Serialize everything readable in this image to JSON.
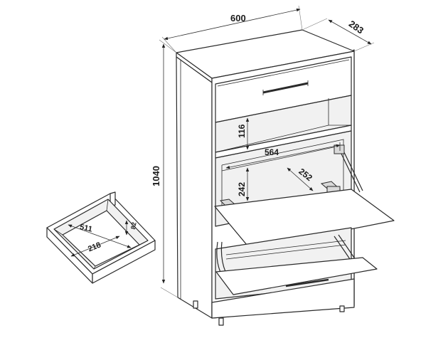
{
  "drawing": {
    "dimensions": {
      "width": "600",
      "depth": "283",
      "height": "1040",
      "gap_height": "116",
      "inner_width": "564",
      "flap_height": "242",
      "flap_depth": "252"
    },
    "drawer_detail": {
      "inner_width": "511",
      "inner_depth": "218",
      "inner_height": "82"
    }
  }
}
